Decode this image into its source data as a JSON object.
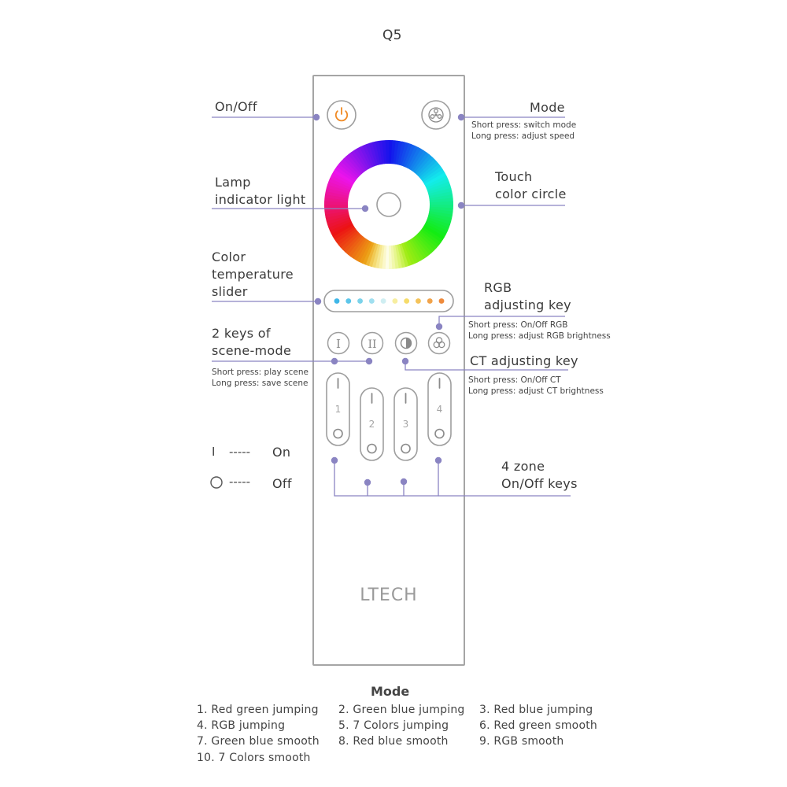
{
  "model": "Q5",
  "brand": "LTECH",
  "labels": {
    "onoff": "On/Off",
    "mode": "Mode",
    "mode_desc": [
      "Short press: switch mode",
      "Long press: adjust speed"
    ],
    "lamp": [
      "Lamp",
      "indicator light"
    ],
    "touch": [
      "Touch",
      "color circle"
    ],
    "ct_slider": [
      "Color",
      "temperature",
      "slider"
    ],
    "rgb_key": [
      "RGB",
      "adjusting key"
    ],
    "rgb_desc": [
      "Short press: On/Off RGB",
      "Long press: adjust RGB brightness"
    ],
    "scene": [
      "2 keys of",
      "scene-mode"
    ],
    "scene_desc": [
      "Short press: play scene",
      "Long press: save scene"
    ],
    "ct_key": "CT adjusting key",
    "ct_desc": [
      "Short press: On/Off CT",
      "Long press: adjust CT brightness"
    ],
    "zone": [
      "4 zone",
      "On/Off keys"
    ]
  },
  "legend": {
    "on_symbol": "I",
    "on_dashes": "-----",
    "on_label": "On",
    "off_dashes": "-----",
    "off_label": "Off"
  },
  "keys": {
    "scene1": "I",
    "scene2": "II",
    "zones": [
      "1",
      "2",
      "3",
      "4"
    ]
  },
  "slider_dot_colors": [
    "#3fb7e8",
    "#5cc6ea",
    "#7ad2ea",
    "#a0dff0",
    "#cfeef2",
    "#f7eea0",
    "#f6dc6a",
    "#f4c35a",
    "#f1a34a",
    "#ee8a3c"
  ],
  "accent_color": "#8a84c2",
  "modes_title": "Mode",
  "modes": [
    "1. Red green jumping",
    "2. Green blue jumping",
    "3. Red blue jumping",
    "4. RGB jumping",
    "5. 7 Colors jumping",
    "6. Red green smooth",
    "7. Green blue smooth",
    "8. Red blue smooth",
    "9. RGB smooth",
    "10. 7 Colors smooth"
  ]
}
